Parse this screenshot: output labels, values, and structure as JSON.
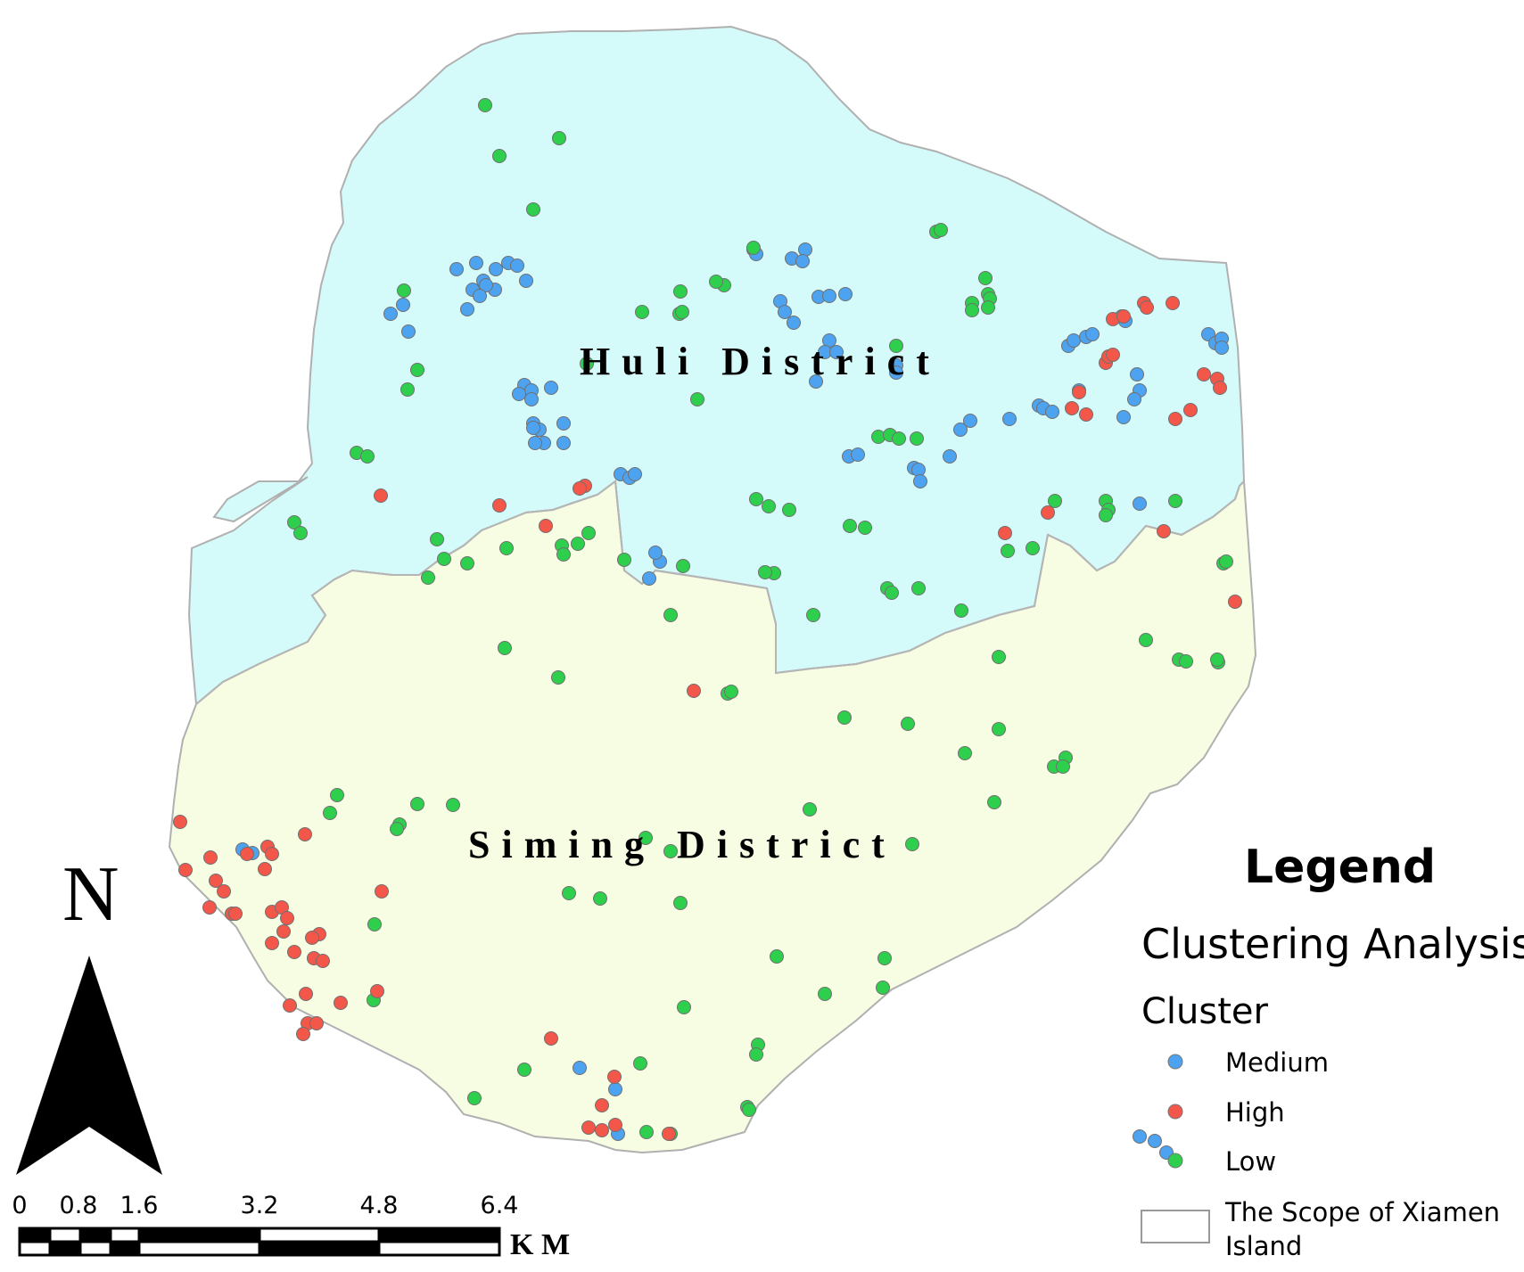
{
  "map": {
    "districts": [
      {
        "id": "huli",
        "name": "Huli District",
        "fill": "#d4fafa"
      },
      {
        "id": "siming",
        "name": "Siming District",
        "fill": "#f6fde3"
      }
    ],
    "outline_color": "#a9a9a9",
    "north_arrow_label": "N",
    "scale_bar": {
      "ticks": [
        "0",
        "0.8",
        "1.6",
        "3.2",
        "4.8",
        "6.4"
      ],
      "unit": "K M"
    }
  },
  "legend": {
    "title": "Legend",
    "layer_name": "Clustering Analysis",
    "field_name": "Cluster",
    "classes": [
      {
        "label": "Medium",
        "color": "#4da3f0"
      },
      {
        "label": "High",
        "color": "#f2574a"
      },
      {
        "label": "Low",
        "color": "#2ecf4c"
      }
    ],
    "boundary_item_lines": [
      "The Scope of Xiamen",
      "Island"
    ]
  }
}
